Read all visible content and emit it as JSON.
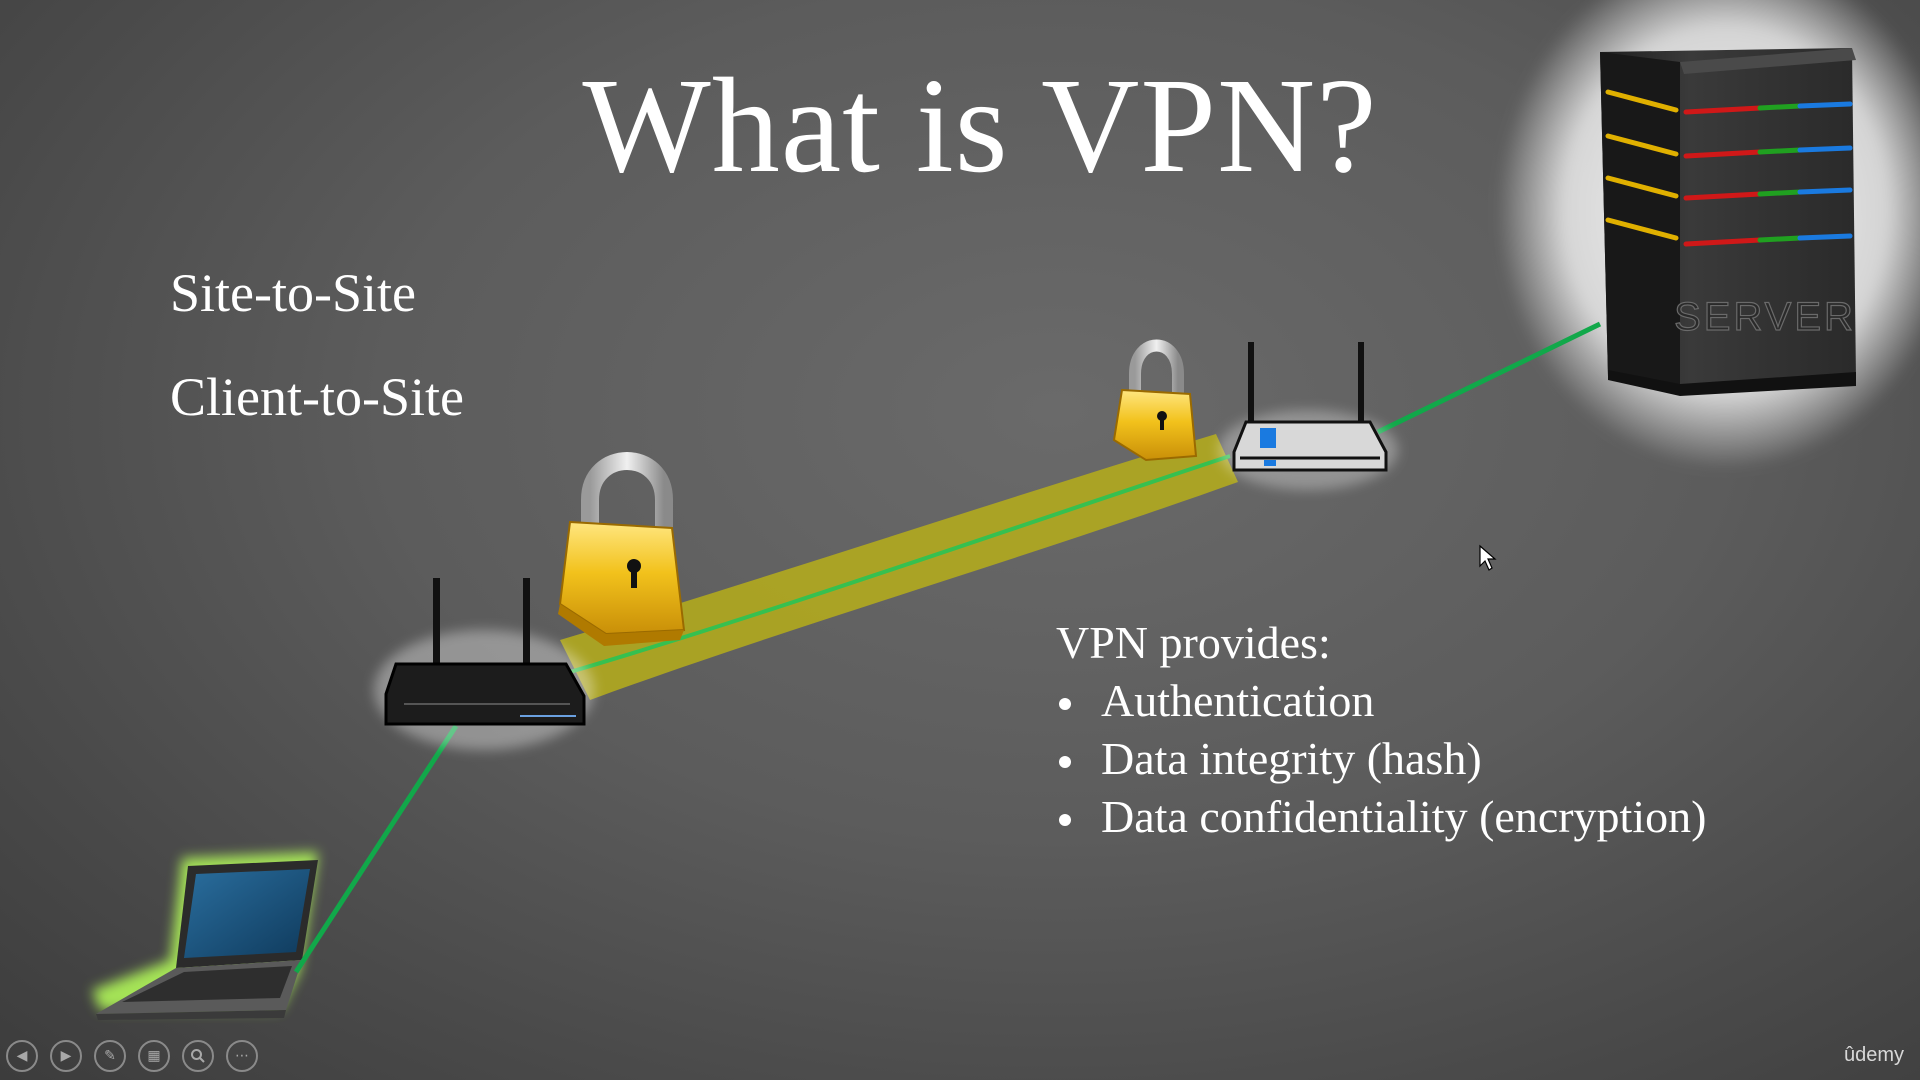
{
  "slide": {
    "title": "What is VPN?",
    "vpn_types": [
      "Site-to-Site",
      "Client-to-Site"
    ],
    "provides": {
      "heading": "VPN provides:",
      "items": [
        "Authentication",
        "Data integrity (hash)",
        "Data confidentiality (encryption)"
      ]
    },
    "server_label": "SERVER"
  },
  "player": {
    "controls": [
      "previous-icon",
      "next-icon",
      "pen-icon",
      "slides-grid-icon",
      "zoom-icon",
      "more-icon"
    ]
  },
  "brand": {
    "name": "ûdemy"
  },
  "colors": {
    "link_green": "#11a84a",
    "tunnel_yellow": "#b0a820",
    "lock_gold": "#f2c21c"
  }
}
